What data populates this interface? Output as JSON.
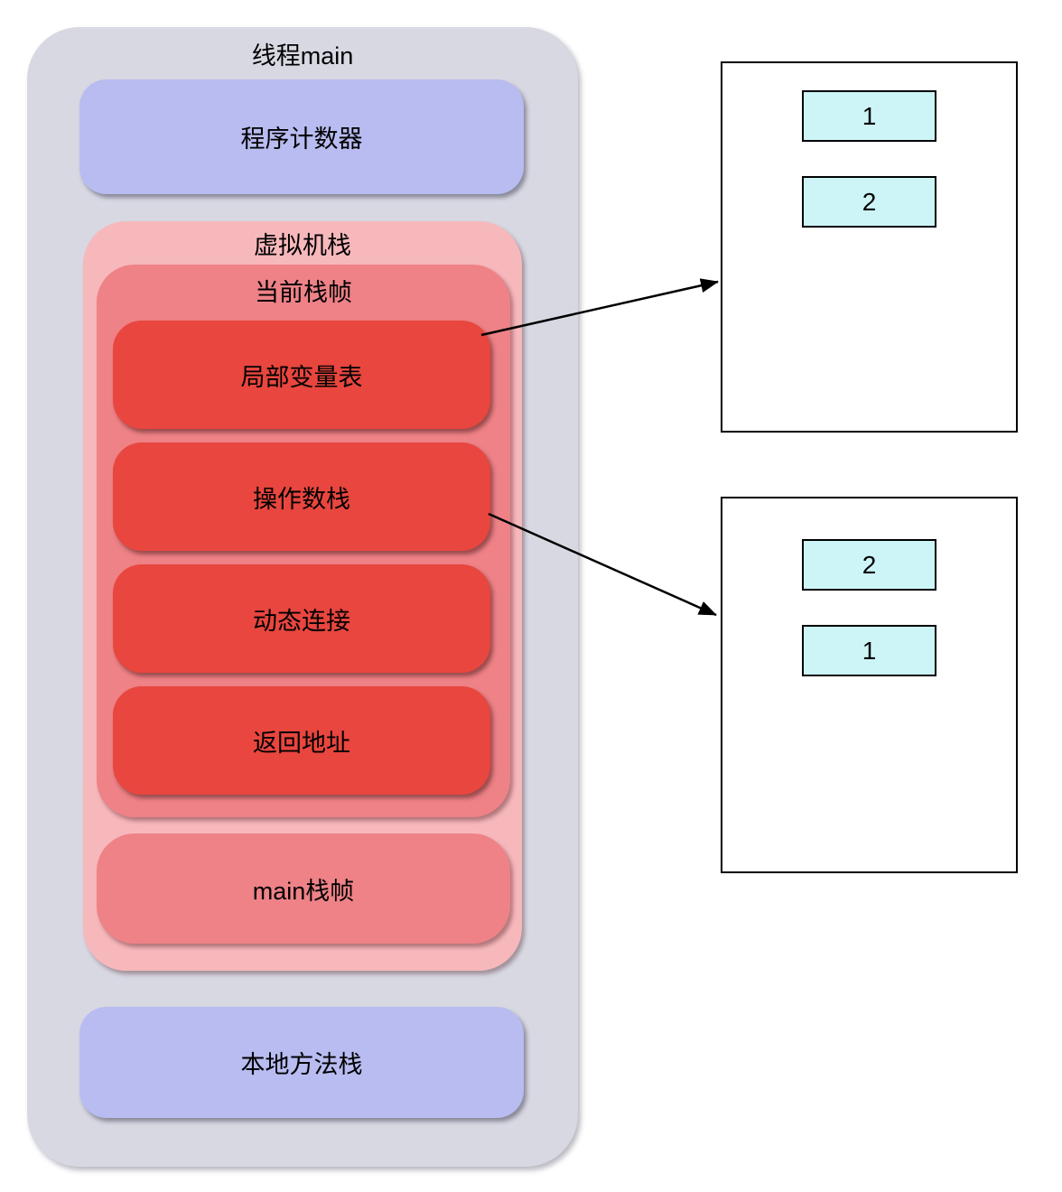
{
  "diagram": {
    "thread": {
      "title": "线程main"
    },
    "program_counter": {
      "label": "程序计数器"
    },
    "vm_stack": {
      "title": "虚拟机栈"
    },
    "current_frame": {
      "title": "当前栈帧",
      "items": [
        {
          "label": "局部变量表"
        },
        {
          "label": "操作数栈"
        },
        {
          "label": "动态连接"
        },
        {
          "label": "返回地址"
        }
      ]
    },
    "main_frame": {
      "label": "main栈帧"
    },
    "native_method_stack": {
      "label": "本地方法栈"
    },
    "local_variable_panel": {
      "slots": [
        "1",
        "2"
      ]
    },
    "operand_stack_panel": {
      "slots": [
        "2",
        "1"
      ]
    },
    "colors": {
      "thread_bg": "#d8d8e3",
      "counter_bg": "#b8bcf0",
      "vm_stack_bg": "#f7b8bc",
      "frame_bg": "#ee8287",
      "frame_item_bg": "#e8463e",
      "slot_bg": "#cdf5f8",
      "panel_bg": "#ffffff",
      "panel_border": "#000000",
      "arrow": "#000000",
      "text": "#000000"
    }
  }
}
